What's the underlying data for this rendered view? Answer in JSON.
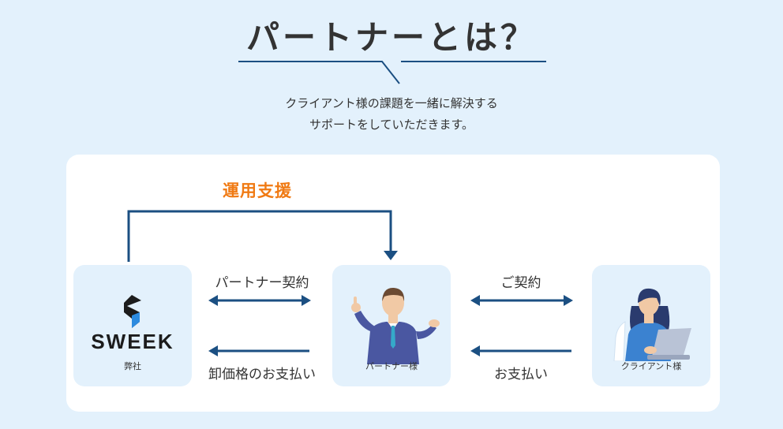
{
  "header": {
    "title": "パートナーとは？",
    "lead_lines": [
      "クライアント様の課題を一緒に解決する",
      "サポートをしていただきます。"
    ]
  },
  "diagram": {
    "support_label": "運用支援",
    "nodes": {
      "us": {
        "label": "弊社",
        "logo_text": "SWEEK"
      },
      "partner": {
        "label": "パートナー様"
      },
      "client": {
        "label": "クライアント様"
      }
    },
    "flows": {
      "partner_contract": "パートナー契約",
      "wholesale_payment": "卸価格のお支払い",
      "contract": "ご契約",
      "payment": "お支払い"
    }
  },
  "colors": {
    "background": "#e3f1fc",
    "panel": "#ffffff",
    "arrow": "#1b4f82",
    "accent": "#f07a13",
    "logo_blue": "#2c8be0"
  }
}
